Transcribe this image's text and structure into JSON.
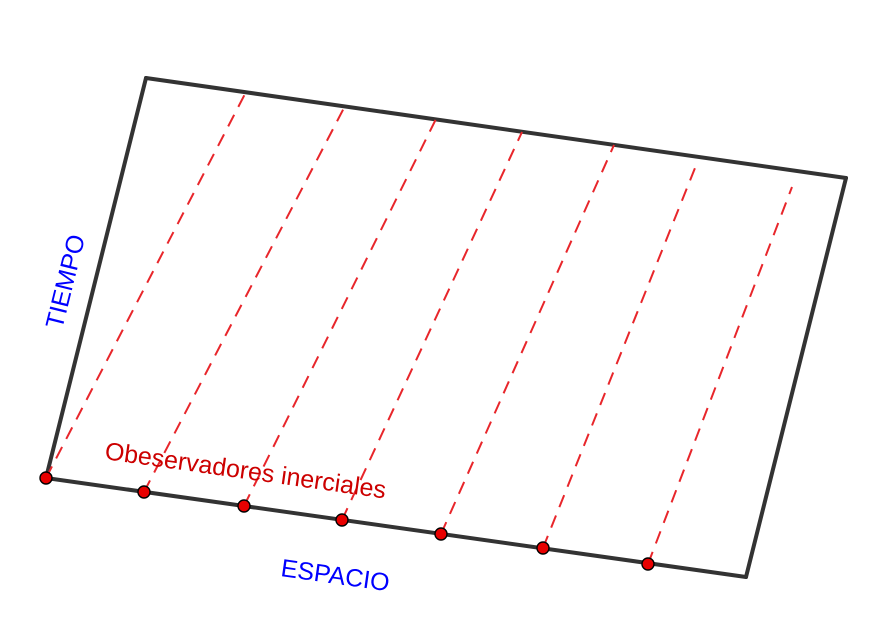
{
  "labels": {
    "time_axis": "TIEMPO",
    "space_axis": "ESPACIO",
    "observers": "Obeservadores inerciales"
  },
  "colors": {
    "frame": "#333333",
    "worldline": "#e8262b",
    "observer_point": "#e80000",
    "axis_label": "#0000ff",
    "observers_label": "#cc0000"
  }
}
